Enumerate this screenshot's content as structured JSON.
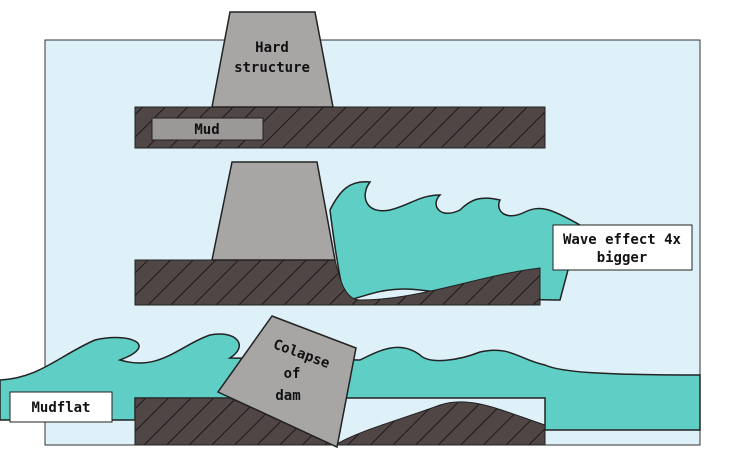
{
  "labels": {
    "hard_structure_1": "Hard",
    "hard_structure_2": "structure",
    "mud": "Mud",
    "wave_1": "Wave effect 4x",
    "wave_2": "bigger",
    "collapse_1": "Colapse",
    "collapse_2": "of",
    "collapse_3": "dam",
    "mudflat": "Mudflat"
  },
  "colors": {
    "sky": "#dff1f8",
    "water": "#5fcfc6",
    "mud": "#4f4645",
    "structure": "#a8a6a5",
    "mud_box": "#9b9898"
  }
}
